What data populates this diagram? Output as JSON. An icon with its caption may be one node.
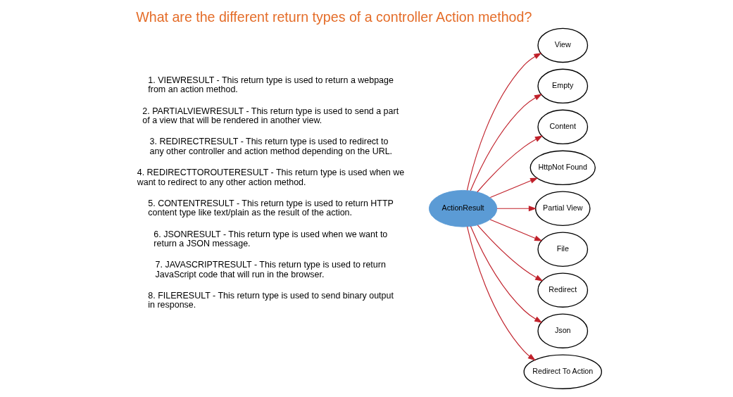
{
  "diagram": {
    "title": "What are the different return types of a controller Action method?",
    "nodes": [
      {
        "text": [
          "View"
        ]
      },
      {
        "text": [
          "Empty"
        ]
      },
      {
        "text": [
          "Content"
        ]
      },
      {
        "text": [
          "HttpNot Found"
        ]
      },
      {
        "text": [
          "ActionResult"
        ]
      },
      {
        "text": [
          "Partial View"
        ]
      },
      {
        "text": [
          "File"
        ]
      },
      {
        "text": [
          "Redirect"
        ]
      },
      {
        "text": [
          "Json"
        ]
      },
      {
        "text": [
          "Redirect To Action"
        ]
      }
    ],
    "edges": [
      {
        "from": 4,
        "to": 0,
        "arrow": "to"
      },
      {
        "from": 4,
        "to": 2,
        "arrow": "to"
      },
      {
        "from": 4,
        "to": 5,
        "arrow": "to"
      },
      {
        "from": 4,
        "to": 7,
        "arrow": "to"
      },
      {
        "from": 4,
        "to": 9,
        "arrow": "to"
      },
      {
        "from": 4,
        "to": 8,
        "arrow": "to"
      },
      {
        "from": 4,
        "to": 6,
        "arrow": "to"
      },
      {
        "from": 4,
        "to": 3,
        "arrow": "to"
      },
      {
        "from": 4,
        "to": 1,
        "arrow": "to"
      }
    ],
    "labels": [
      "1. VIEWRESULT - This return type is used to return a webpage from an action method.",
      "2. PARTIALVIEWRESULT - This return type is used to send a part of a view that will be rendered in another view.",
      "3. REDIRECTRESULT - This return type is used to redirect to any other controller and action method depending on the URL.",
      "4. REDIRECTTOROUTERESULT - This return type is used when we want to redirect to any other action method.",
      "5. CONTENTRESULT - This return type is used to return HTTP content type like text/plain as the result of the action.",
      "6. JSONRESULT - This return type is used when we want to return a JSON message.",
      "7. JAVASCRIPTRESULT - This return type is used to return JavaScript code that will run in the browser.",
      "8. FILERESULT - This return type is used to send binary output in response."
    ]
  }
}
